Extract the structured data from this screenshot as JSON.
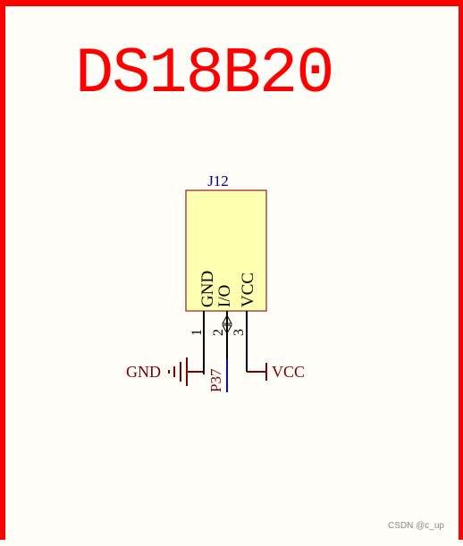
{
  "diagram": {
    "title": "DS18B20",
    "component": {
      "designator": "J12",
      "pins": [
        {
          "name": "GND",
          "number": "1"
        },
        {
          "name": "I/O",
          "number": "2"
        },
        {
          "name": "VCC",
          "number": "3"
        }
      ]
    },
    "nets": {
      "ground_label": "GND",
      "power_label": "VCC",
      "io_net_label": "P37"
    },
    "colors": {
      "border": "#ff0000",
      "title": "#ff0000",
      "body_fill": "#ffffb0",
      "body_stroke": "#8b2020",
      "wire": "#000000",
      "net_power": "#7a0000",
      "designator": "#000080",
      "io_wire": "#0000ff"
    }
  },
  "watermark": "CSDN @c_up"
}
